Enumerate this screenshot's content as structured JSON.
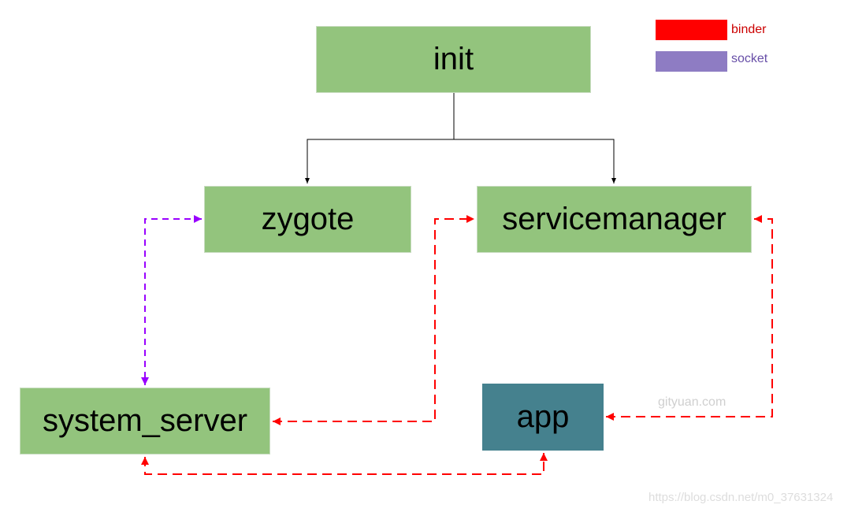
{
  "nodes": {
    "init": "init",
    "zygote": "zygote",
    "servicemanager": "servicemanager",
    "system_server": "system_server",
    "app": "app"
  },
  "legend": {
    "binder": {
      "label": "binder",
      "color": "#ff0000"
    },
    "socket": {
      "label": "socket",
      "color": "#8e7cc3"
    }
  },
  "watermarks": {
    "gityuan": "gityuan.com",
    "csdn": "https://blog.csdn.net/m0_37631324"
  },
  "colors": {
    "node_green": "#93c47d",
    "node_teal": "#45818e",
    "binder_edge": "#ff0000",
    "socket_edge": "#9900ff",
    "fork_edge": "#000000"
  },
  "edges": [
    {
      "from": "init",
      "to": "zygote",
      "type": "fork"
    },
    {
      "from": "init",
      "to": "servicemanager",
      "type": "fork"
    },
    {
      "from": "zygote",
      "to": "system_server",
      "type": "socket",
      "bidirectional": true
    },
    {
      "from": "system_server",
      "to": "servicemanager",
      "type": "binder",
      "bidirectional": true
    },
    {
      "from": "app",
      "to": "servicemanager",
      "type": "binder",
      "bidirectional": true
    },
    {
      "from": "system_server",
      "to": "app",
      "type": "binder",
      "bidirectional": true
    }
  ]
}
